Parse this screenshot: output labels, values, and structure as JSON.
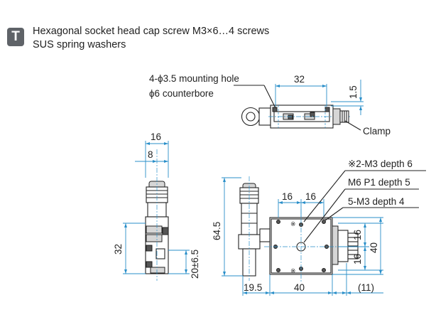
{
  "notes": {
    "icon_letter": "T",
    "line1": "Hexagonal socket head cap screw M3×6…4 screws",
    "line2": "SUS spring washers"
  },
  "callouts": {
    "mounting_hole": "4-ϕ3.5 mounting hole",
    "counterbore": "ϕ6 counterbore",
    "clamp": "Clamp",
    "m3_depth6": "※2-M3 depth 6",
    "m6_depth5": "M6 P1 depth 5",
    "m3_depth4": "5-M3 depth 4"
  },
  "dimensions": {
    "top_width": "32",
    "top_height": "1.5",
    "side_width": "16",
    "side_half": "8",
    "side_height": "32",
    "side_travel": "20±6.5",
    "front_height": "64.5",
    "front_span_a": "16",
    "front_span_b": "16",
    "right_span_a": "16",
    "right_span_b": "16",
    "right_height": "40",
    "bottom_left": "19.5",
    "bottom_width": "40",
    "bottom_right": "(11)"
  },
  "colors": {
    "dimension_line": "#2a8fc9",
    "outline": "#222222"
  }
}
